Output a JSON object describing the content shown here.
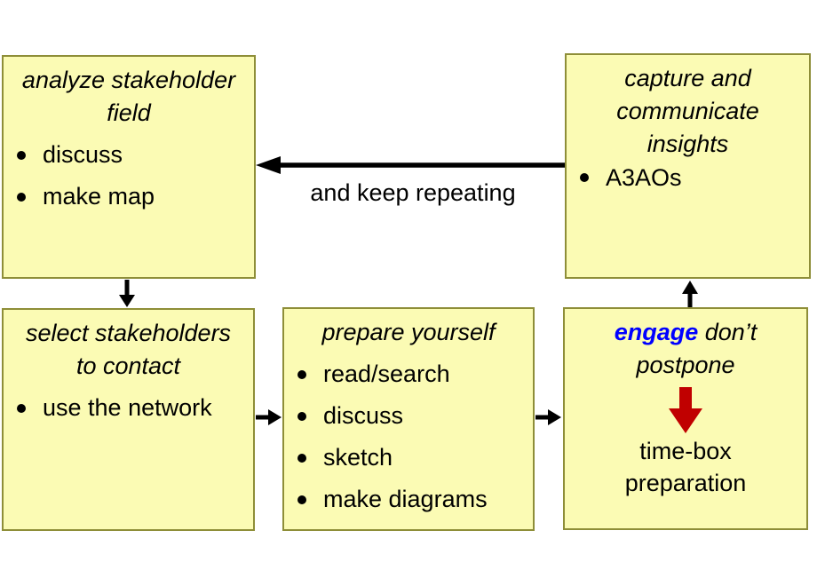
{
  "diagram": {
    "background_color": "#ffffff",
    "note_fill_color": "#fbfbb4",
    "note_border_color": "#8e8e38",
    "arrow_color": "#000000",
    "boxes": {
      "analyze": {
        "title": "analyze stakeholder\nfield",
        "bullets": [
          "discuss",
          "make map"
        ]
      },
      "capture": {
        "title": "capture and\ncommunicate\ninsights",
        "bullets": [
          "A3AOs"
        ]
      },
      "select": {
        "title": "select stakeholders\nto contact",
        "bullets": [
          "use the network"
        ]
      },
      "prepare": {
        "title": "prepare yourself",
        "bullets": [
          "read/search",
          "discuss",
          "sketch",
          "make diagrams"
        ]
      },
      "engage": {
        "title_highlight": "engage",
        "title_rest": " don’t\npostpone",
        "highlight_color": "#0000ff",
        "down_arrow_color": "#c00000",
        "note": "time-box\npreparation"
      }
    },
    "labels": {
      "repeat_arrow": "and keep repeating"
    }
  }
}
